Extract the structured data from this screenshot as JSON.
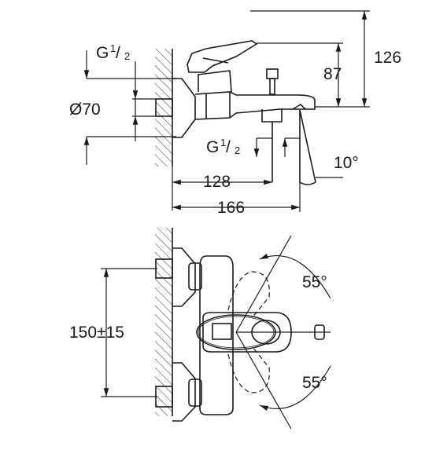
{
  "dims": {
    "thread_top": "G",
    "thread_top_num": "1",
    "thread_top_den": "2",
    "rosette_diameter": "Ø70",
    "thread_bottom": "G",
    "thread_bottom_num": "1",
    "thread_bottom_den": "2",
    "height_outer": "126",
    "height_inner": "87",
    "spout_angle": "10°",
    "spout_reach": "128",
    "total_reach": "166",
    "lever_angle_up": "55°",
    "lever_angle_down": "55°",
    "centre_distance": "150±15"
  }
}
